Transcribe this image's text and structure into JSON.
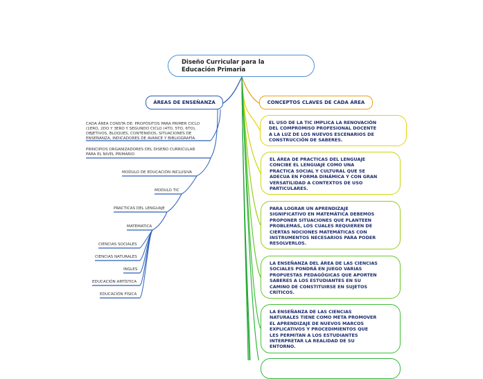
{
  "root": {
    "line1": "Diseño Curricular para la",
    "line2": "Educación Primaria"
  },
  "left_branch": {
    "label": "ÁREAS DE ENSEÑANZA",
    "items": [
      {
        "lines": [
          "CADA ÁREA CONSTA DE: PROPÓSITOS PARA PRIMER CICLO",
          "(1ERO, 2DO Y 3ERO Y SEGUNDO CICLO (4TO, 5TO, 6TO),",
          "OBJETIVOS, BLOQUES, CONTENIDOS, SITUACIONES DE",
          "ENSEÑANZA, INDICADORES DE AVANCE Y BIBLIOGRAFÍA."
        ]
      },
      {
        "lines": [
          "PRINCIPIOS ORGANIZADORES DEL DISEÑO CURRICULAR",
          "PARA EL NIVEL PRIMARIO"
        ]
      },
      {
        "lines": [
          "MODULO DE EDUCACIÓN INCLUSIVA"
        ]
      },
      {
        "lines": [
          "MODULO TIC"
        ]
      },
      {
        "lines": [
          "PRACTICAS DEL LENGUAJE"
        ]
      },
      {
        "lines": [
          "MATEMATICA"
        ]
      },
      {
        "lines": [
          "CIENCIAS SOCIALES"
        ]
      },
      {
        "lines": [
          "CIENCIAS NATURALES"
        ]
      },
      {
        "lines": [
          "INGLES"
        ]
      },
      {
        "lines": [
          "EDUCACIÓN ARTÍSTICA"
        ]
      },
      {
        "lines": [
          "EDUCACIÓN FÍSICA"
        ]
      }
    ]
  },
  "right_branch": {
    "label": "CONCEPTOS CLAVES DE CADA ÁREA",
    "cards": [
      {
        "text": "EL USO DE LA TIC IMPLICA LA RENOVACIÓN\nDEL COMPROMISO PROFESIONAL DOCENTE\nA LA LUZ DE LOS NUEVOS ESCENARIOS DE\nCONSTRUCCIÓN DE SABERES."
      },
      {
        "text": "EL ÁREA DE PRACTICAS DEL LENGUAJE\nCONCIBE EL LENGUAJE COMO UNA\nPRACTICA SOCIAL Y CULTURAL QUE SE\nADECUA EN FORMA DINÁMICA Y CON GRAN\nVERSATILIDAD A CONTEXTOS   DE USO\nPARTICULARES."
      },
      {
        "text": "PARA LOGRAR UN APRENDIZAJE\nSIGNIFICATIVO EN MATEMÁTICA  DEBEMOS\nPROPONER SITUACIONES QUE PLANTEEN\nPROBLEMAS, LOS CUALES REQUIEREN DE\nCIERTAS NOCIONES MATEMÁTICAS CON\nINSTRUMENTOS NECESARIOS PARA PODER\nRESOLVERLOS."
      },
      {
        "text": "LA ENSEÑANZA DEL ÁREA DE LAS CIENCIAS\nSOCIALES PONDRÁ EN JUEGO VARIAS\nPROPUESTAS PEDAGÓGICAS  QUE APORTEN\nSABERES A LOS ESTUDIANTES EN SU\nCAMINO DE CONSTITUIRSE EN SUJETOS\nCRÍTICOS."
      },
      {
        "text": "LA ENSEÑANZA DE LAS CIENCIAS\nNATURALES TIENE COMO META PROMOVER\nEL APRENDIZAJE DE NUEVOS MARCOS\nEXPLICATIVOS Y PROCEDIMIENTOS QUE\nLES PERMITAN A LOS ESTUDIANTES\nINTERPRETAR LA REALIDAD DE SU\nENTORNO."
      }
    ]
  },
  "colors": {
    "root_border": "#4a90d9",
    "left_branch": "#2a5db8",
    "right_branch": "#e8a317",
    "card_borders": [
      "#e8d10a",
      "#c9d60d",
      "#9ccc18",
      "#66c72a",
      "#3cbf33"
    ]
  }
}
